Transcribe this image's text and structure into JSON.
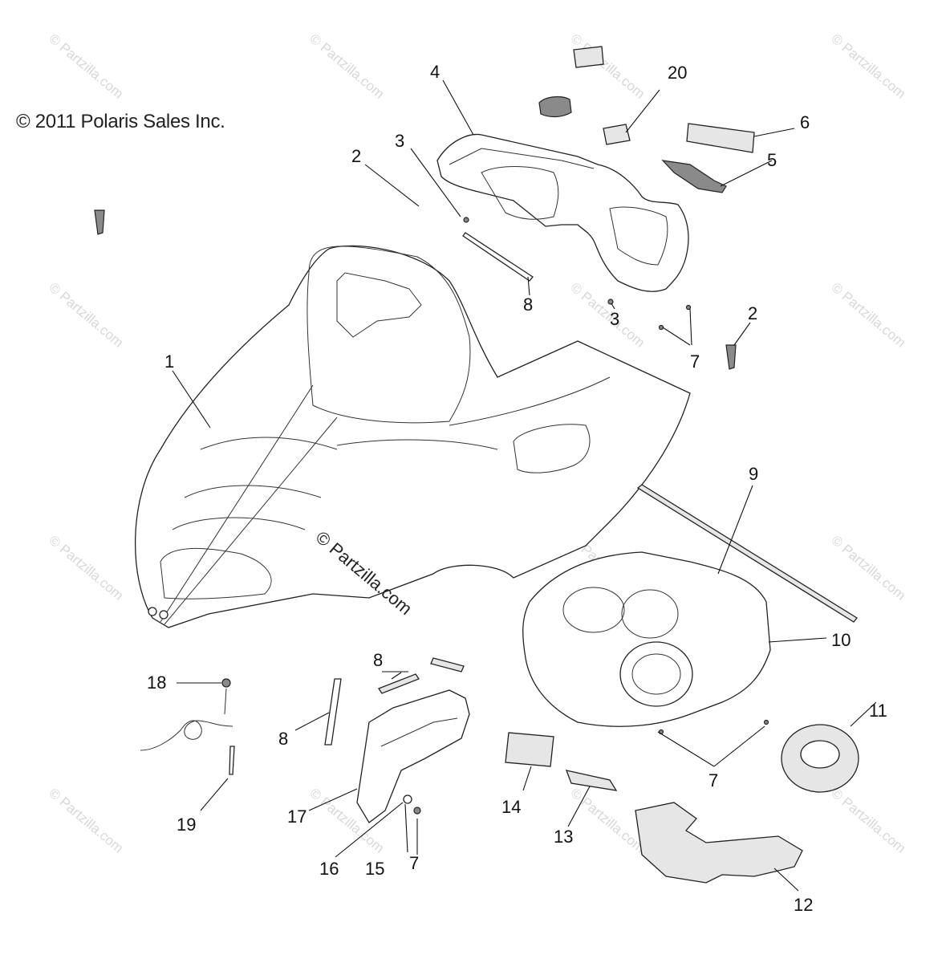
{
  "copyright": "© 2011 Polaris Sales Inc.",
  "watermark": "© Partzilla.com",
  "callouts": {
    "hood": "1",
    "clip_top": "2",
    "clip_right": "2",
    "screw_top": "3",
    "screw_mid": "3",
    "dash_panel": "4",
    "bracket": "5",
    "decal_6": "6",
    "fastener_top": "7",
    "fastener_tank": "7",
    "fastener_bottom": "7",
    "strip_top": "8",
    "strip_mid": "8",
    "strip_left": "8",
    "trim_strip": "9",
    "tank_cover": "10",
    "grommet": "11",
    "foam_pad": "12",
    "pad_13": "13",
    "pad_14": "14",
    "nut_15": "15",
    "washer_16": "16",
    "side_panel": "17",
    "nut_18": "18",
    "screw_19": "19",
    "plug_20": "20"
  }
}
